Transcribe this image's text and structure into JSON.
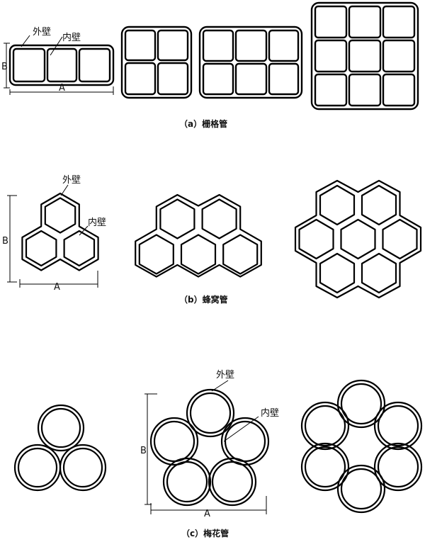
{
  "labels": {
    "outer_wall": "外壁",
    "inner_wall": "内壁",
    "dim_a": "A",
    "dim_b": "B"
  },
  "captions": {
    "grid_tube": "（a）栅格管",
    "honeycomb_tube": "（b）蜂窝管",
    "plum_tube": "（c）梅花管"
  }
}
